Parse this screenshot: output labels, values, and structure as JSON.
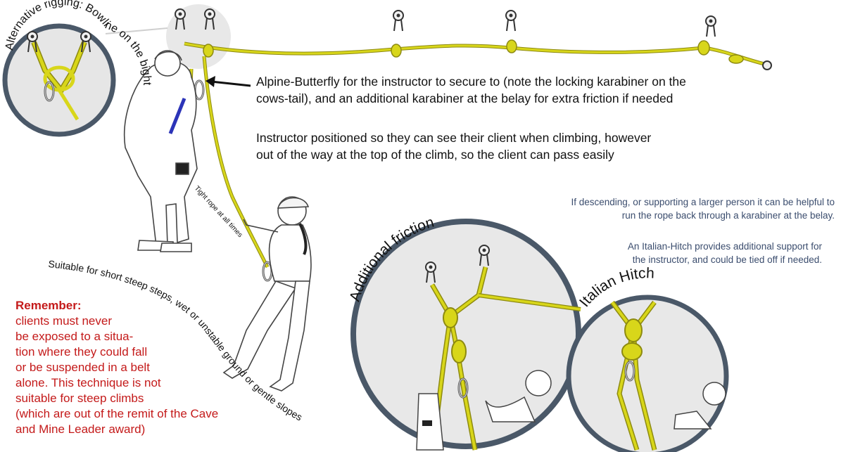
{
  "labels": {
    "alt_rigging": "Alternative rigging: Bowline on the bight",
    "tight_rope": "Tight rope at all times",
    "suitable": "Suitable for short steep steps, wet or unstable ground or gentle slopes",
    "additional_friction": "Additional friction",
    "italian_hitch": "Italian Hitch"
  },
  "notes": {
    "butterfly_line1": "Alpine-Butterfly for the instructor to secure to (note the locking karabiner on the",
    "butterfly_line2": "cows-tail), and an additional karabiner at the belay for extra friction if needed",
    "position_line1": "Instructor positioned so they can see their client when climbing, however",
    "position_line2": "out of the way at the top of the climb, so the client can pass easily",
    "descend_line1": "If descending, or supporting a larger person it can be helpful to",
    "descend_line2": "run the rope back through a karabiner at the belay.",
    "italian_line1": "An Italian-Hitch provides additional support for",
    "italian_line2": "the instructor, and could be tied off if needed."
  },
  "remember": {
    "heading": "Remember:",
    "lines": [
      "clients must never",
      "be exposed to a situa-",
      "tion where they could fall",
      "or be suspended in a belt",
      "alone. This technique is not",
      "suitable for steep climbs",
      "(which are out of the remit of the Cave",
      "and Mine Leader award)"
    ]
  },
  "colors": {
    "rope": "#d8d61a",
    "rope_dark": "#8d8a10",
    "circle_border": "#4a5868",
    "circle_fill": "#e6e6e6",
    "remember_red": "#c41a1a",
    "note_blue": "#3b4d6e",
    "sling_blue": "#2c34b8"
  },
  "icons": [
    "karabiner-icon",
    "hanger-bolt-icon",
    "helmet-icon"
  ]
}
